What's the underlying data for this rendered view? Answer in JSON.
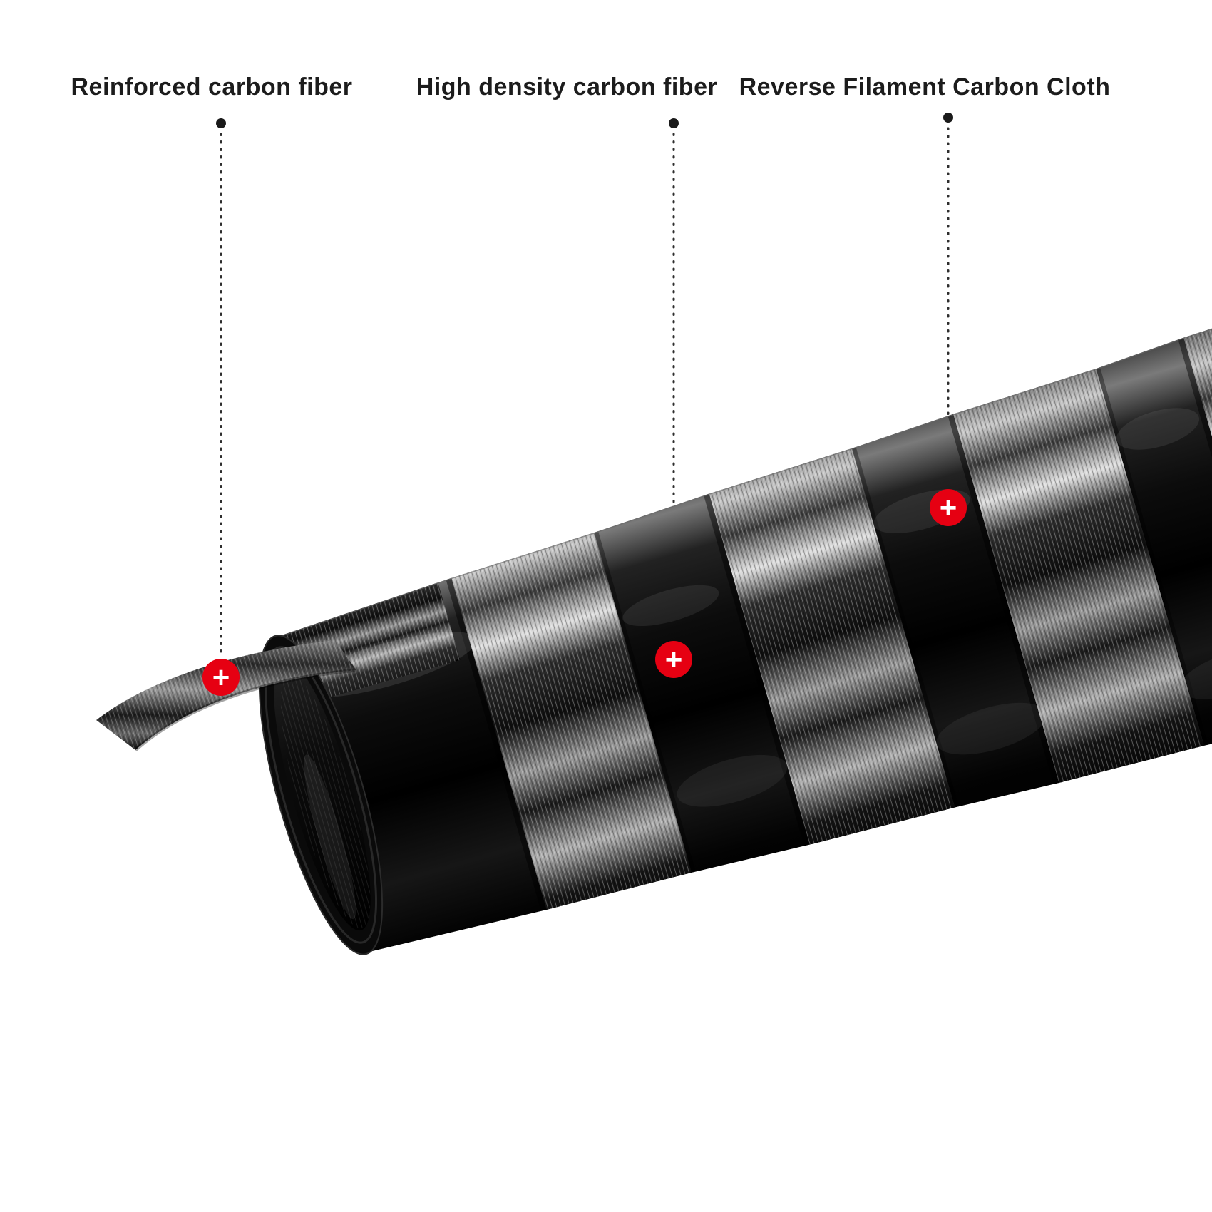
{
  "labels": {
    "reinforced": "Reinforced carbon fiber",
    "high_density": "High density carbon fiber",
    "reverse_filament": "Reverse Filament Carbon Cloth"
  },
  "markers": {
    "symbol": "+",
    "color": "#e60012"
  },
  "colors": {
    "background": "#ffffff",
    "label_text": "#1c1c1c",
    "leader_line": "#2e2e2e",
    "tube_black": "#000000"
  }
}
